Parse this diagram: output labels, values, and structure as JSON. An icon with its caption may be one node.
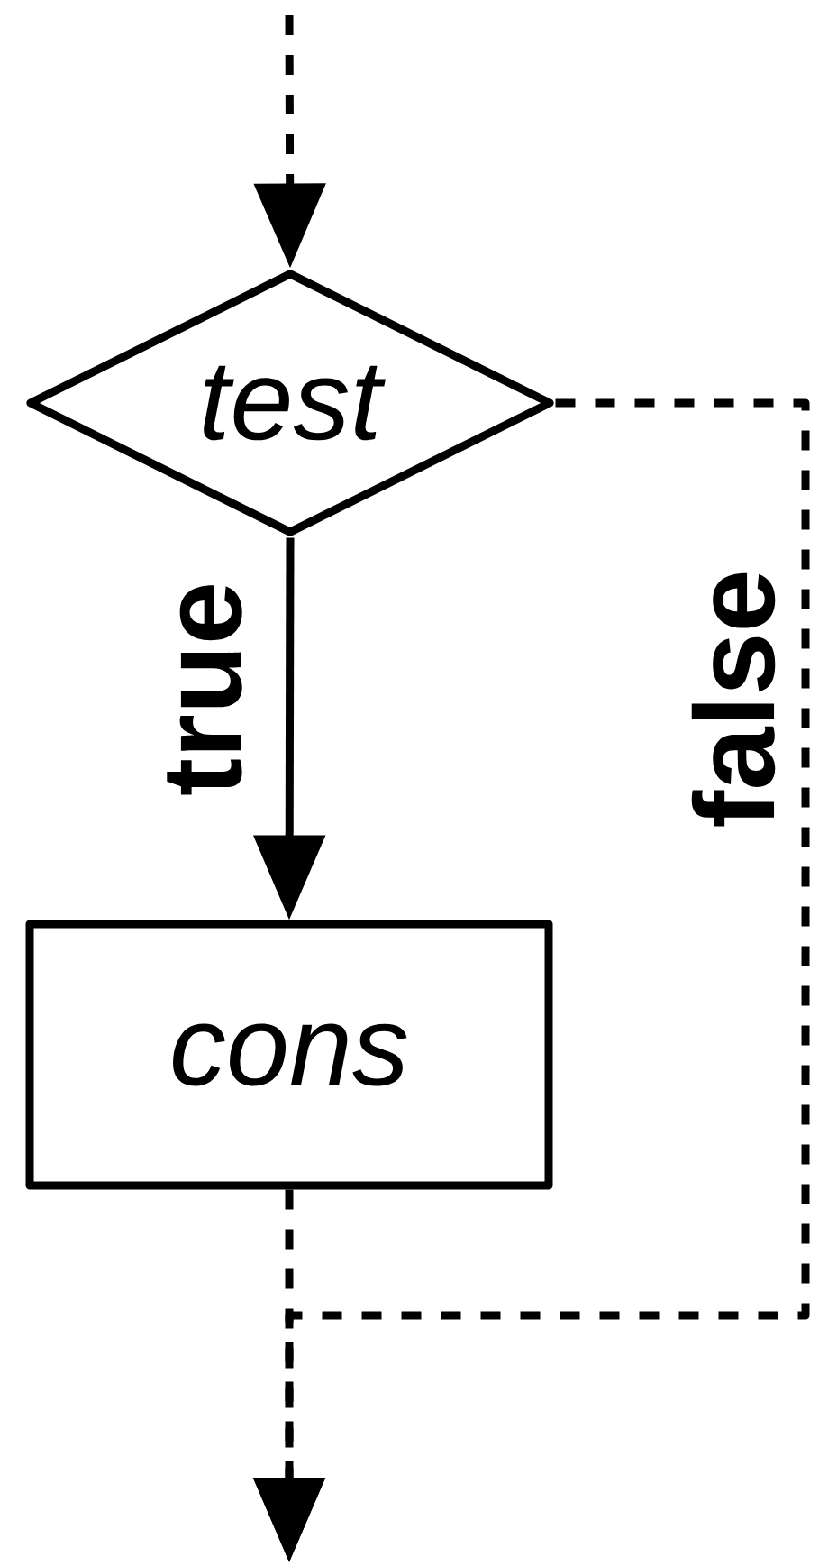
{
  "diagram": {
    "nodes": [
      {
        "text": [
          "test"
        ]
      },
      {
        "text": [
          "cons"
        ]
      }
    ],
    "edges": [
      {
        "from": null,
        "to": 0,
        "arrow": "to",
        "style": "dashed"
      },
      {
        "from": 0,
        "to": 1,
        "arrow": "to",
        "label": "true"
      },
      {
        "from": 1,
        "to": null,
        "arrow": "to",
        "style": "dashed"
      },
      {
        "from": 0,
        "to": null,
        "arrow": "to",
        "style": "dashed",
        "label": "false"
      }
    ]
  }
}
